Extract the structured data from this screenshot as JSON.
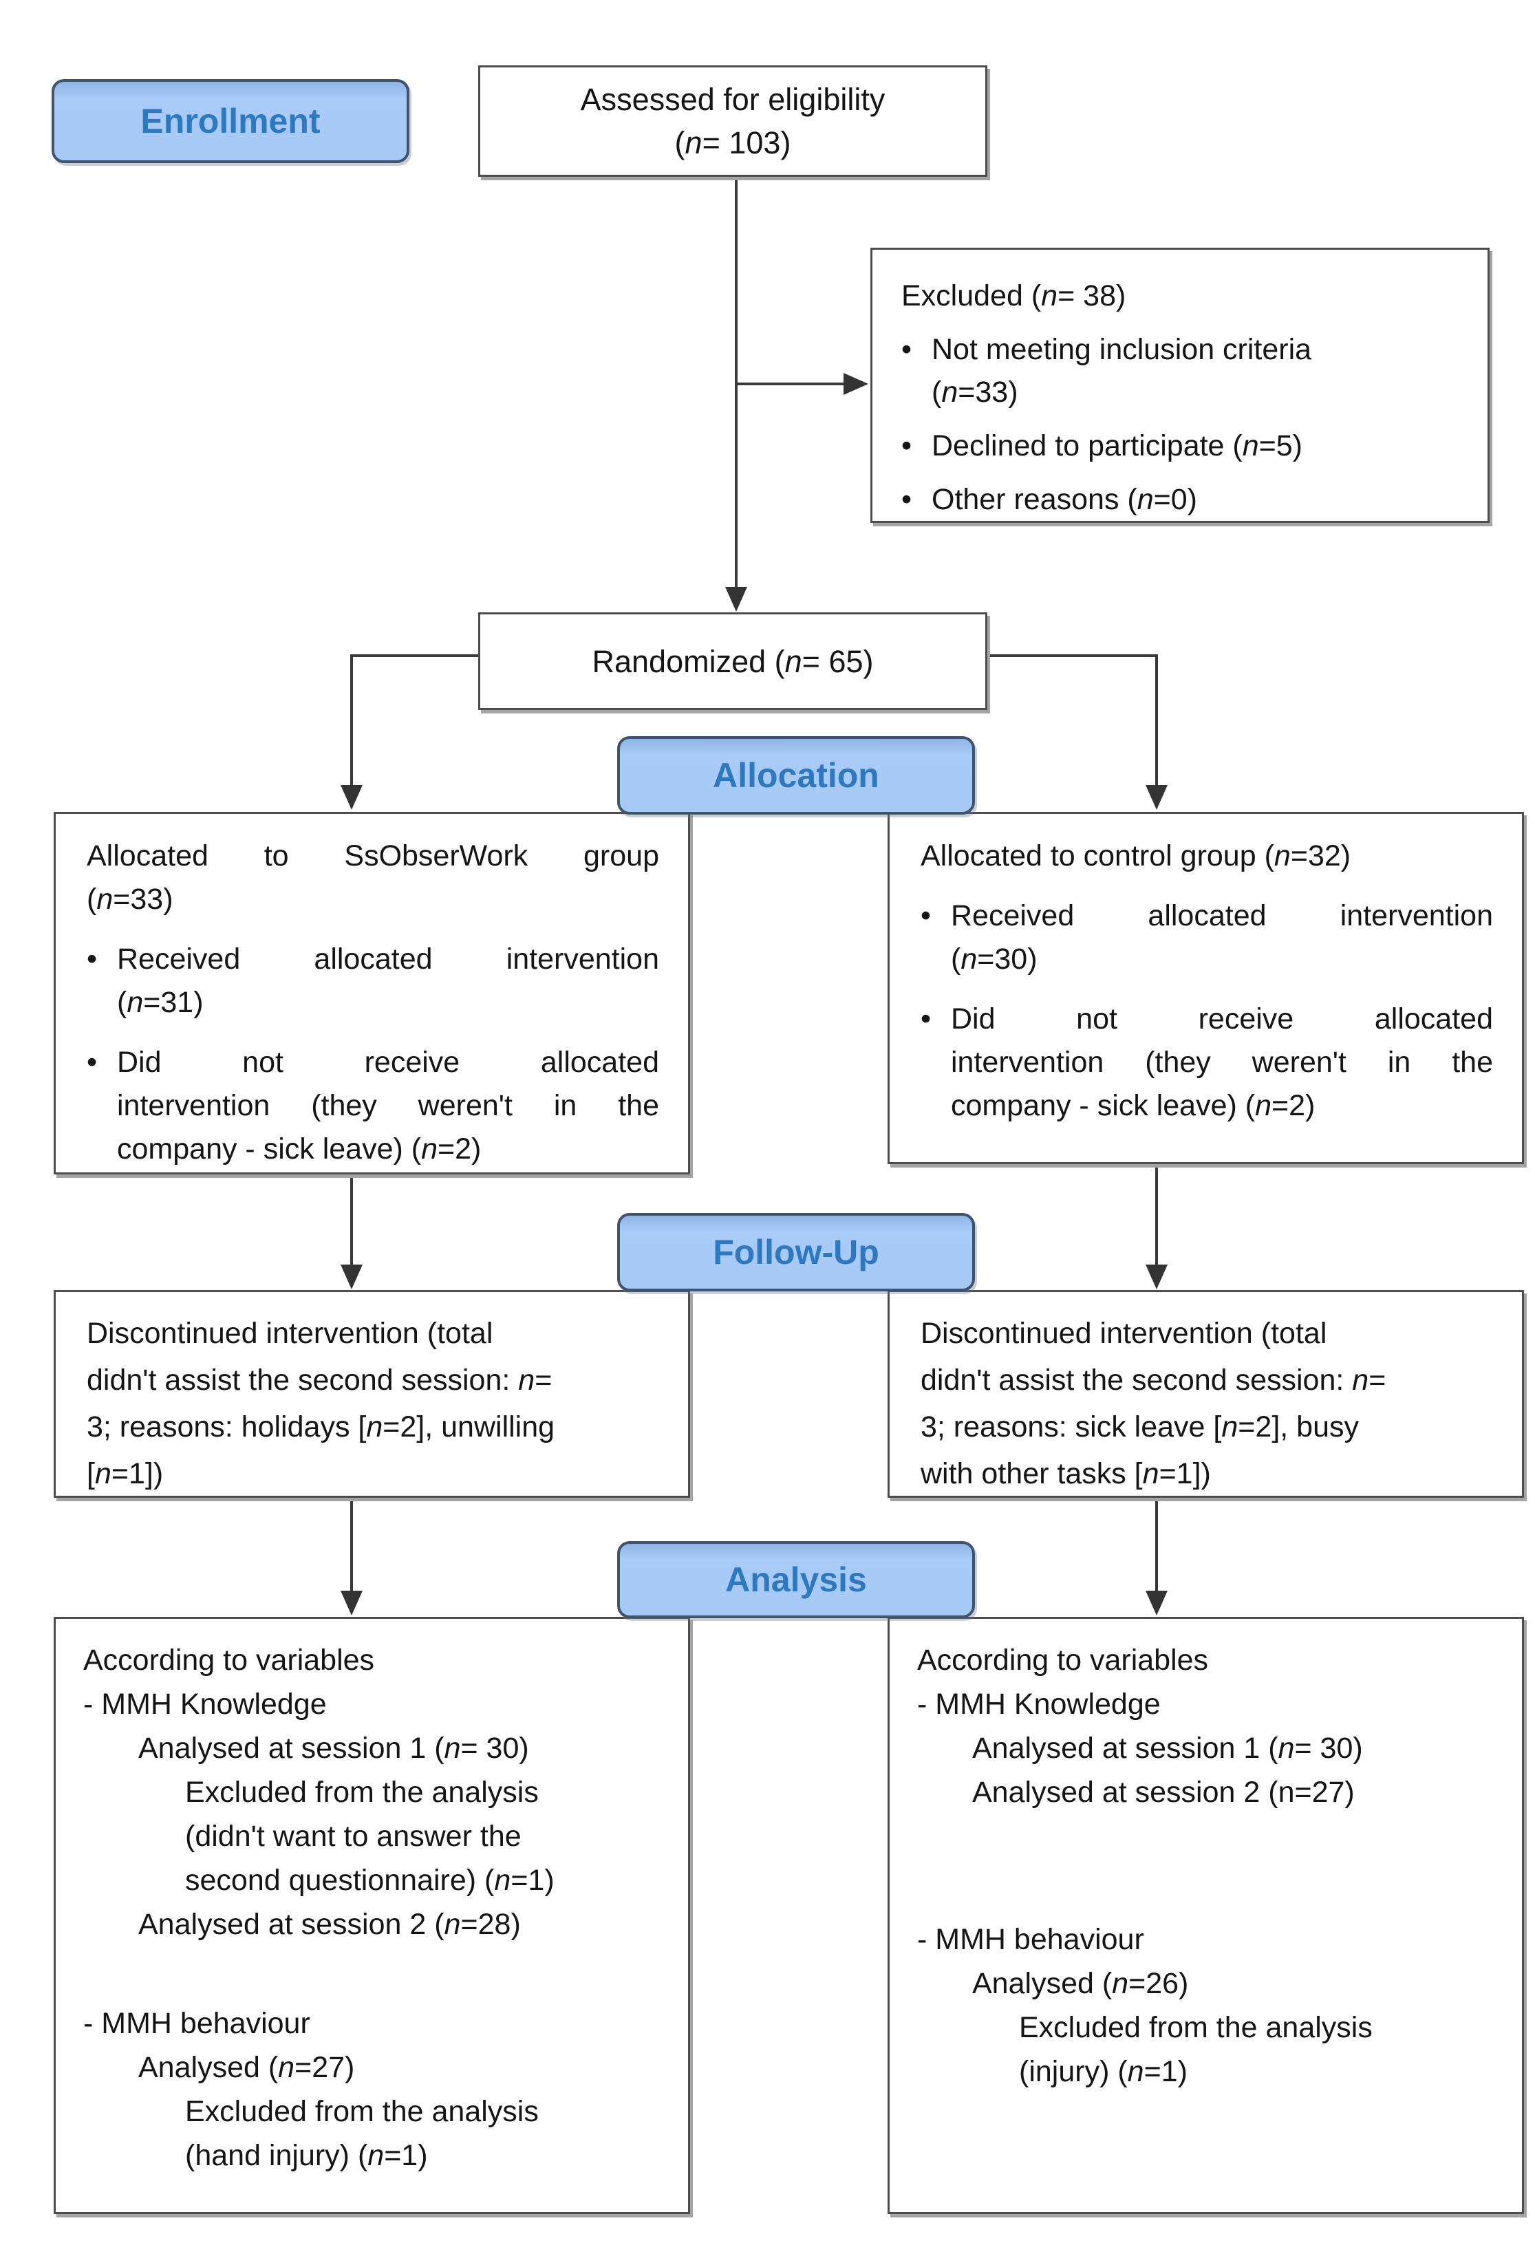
{
  "badges": {
    "enrollment": "Enrollment",
    "allocation": "Allocation",
    "followup": "Follow-Up",
    "analysis": "Analysis"
  },
  "assessed": {
    "lines": [
      "Assessed for eligibility",
      "(n= 103)"
    ]
  },
  "excluded": {
    "title": "Excluded (n= 38)",
    "bullet1_lines": [
      "Not meeting inclusion criteria",
      "(n=33)"
    ],
    "bullet2": "Declined to participate (n=5)",
    "bullet3": "Other reasons (n=0)"
  },
  "randomized": {
    "label": "Randomized (n= 65)"
  },
  "alloc_left": {
    "title_lines": [
      "Allocated to SsObserWork group",
      "(n=33)"
    ],
    "bullet1_lines": [
      "Received allocated intervention",
      "(n=31)"
    ],
    "bullet2_lines": [
      "Did not receive allocated",
      "intervention (they weren't in the",
      "company - sick leave) (n=2)"
    ]
  },
  "alloc_right": {
    "title_lines": [
      "Allocated to control group (n=32)"
    ],
    "bullet1_lines": [
      "Received allocated intervention",
      "(n=30)"
    ],
    "bullet2_lines": [
      "Did not receive allocated",
      "intervention (they weren't in the",
      "company - sick leave) (n=2)"
    ]
  },
  "followup_left": {
    "lines": [
      "Discontinued intervention (total",
      "didn't assist the second session: n=",
      "3; reasons: holidays [n=2], unwilling",
      "[n=1])"
    ]
  },
  "followup_right": {
    "lines": [
      "Discontinued intervention (total",
      "didn't assist the second session: n=",
      "3; reasons: sick leave [n=2], busy",
      "with other tasks [n=1])"
    ]
  },
  "analysis_left": {
    "lines": [
      "According to variables",
      "- MMH Knowledge",
      "Analysed at session 1 (n= 30)",
      "Excluded from the analysis",
      "(didn't want to answer the",
      "second questionnaire) (n=1)",
      "Analysed at session 2 (n=28)",
      "- MMH behaviour",
      "Analysed (n=27)",
      "Excluded from the analysis",
      "(hand injury) (n=1)"
    ]
  },
  "analysis_right": {
    "lines": [
      "According to variables",
      "- MMH Knowledge",
      "Analysed at session 1 (n= 30)",
      "Analysed at session 2 (n=27)",
      "- MMH behaviour",
      "Analysed (n=26)",
      "Excluded from the analysis",
      "(injury) (n=1)"
    ]
  },
  "colors": {
    "badge_fill": "#a6c9f6",
    "badge_border": "#41526b",
    "badge_text": "#2e78c0",
    "box_border": "#4d4d4d",
    "connector": "#333333",
    "text": "#151515"
  }
}
